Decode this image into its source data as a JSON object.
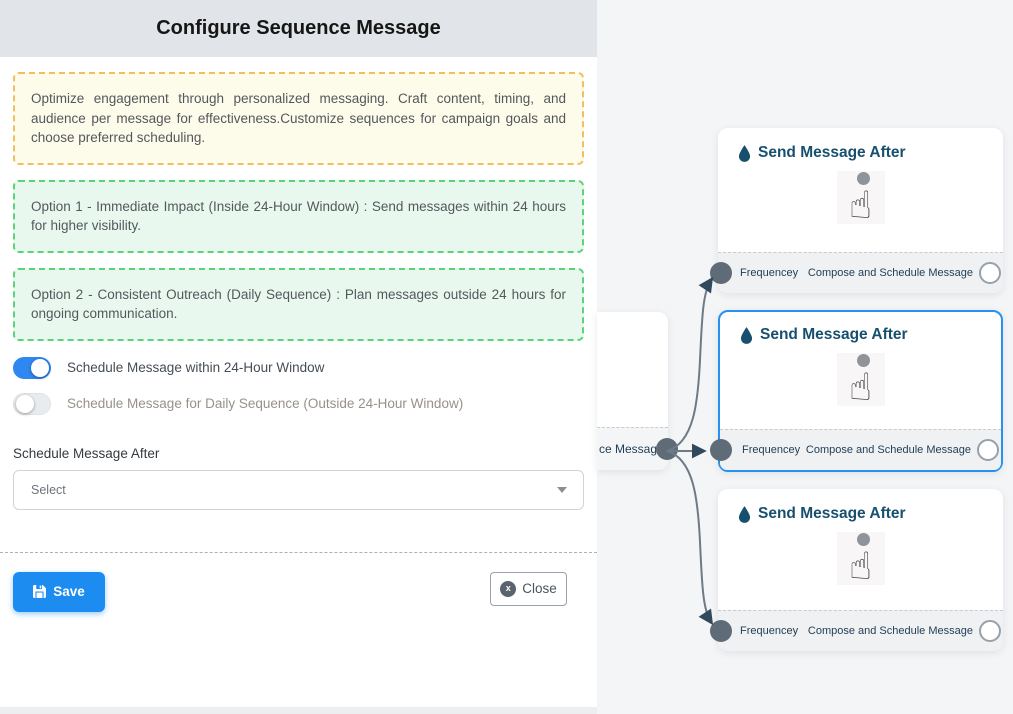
{
  "panel": {
    "title": "Configure Sequence Message",
    "info_box": "Optimize engagement through personalized messaging. Craft content, timing, and audience per message for effectiveness.Customize sequences for campaign goals and choose preferred scheduling.",
    "option1": "Option 1 - Immediate Impact (Inside 24-Hour Window) : Send messages within 24 hours for higher visibility.",
    "option2": "Option 2 - Consistent Outreach (Daily Sequence) : Plan messages outside 24 hours for ongoing communication.",
    "toggles": [
      {
        "label": "Schedule Message within 24-Hour Window",
        "state": "on"
      },
      {
        "label": "Schedule Message for Daily Sequence (Outside 24-Hour Window)",
        "state": "off"
      }
    ],
    "schedule_after_label": "Schedule Message After",
    "select_placeholder": "Select",
    "save_label": "Save",
    "close_label": "Close",
    "close_icon_glyph": "x"
  },
  "canvas": {
    "source_node": {
      "footer_label": "ce Message"
    },
    "nodes": [
      {
        "title": "Send Message After",
        "footer_left": "Frequencey",
        "footer_right": "Compose and Schedule Message",
        "selected": false
      },
      {
        "title": "Send Message After",
        "footer_left": "Frequencey",
        "footer_right": "Compose and Schedule Message",
        "selected": true
      },
      {
        "title": "Send Message After",
        "footer_left": "Frequencey",
        "footer_right": "Compose and Schedule Message",
        "selected": false
      }
    ]
  },
  "icons": {
    "node_header": "water-drop-icon",
    "node_body": "tap-cursor-icon",
    "save": "floppy-disk-icon",
    "close": "circle-x-icon",
    "select": "caret-down-icon",
    "tap_glyph": "☝"
  },
  "colors": {
    "accent_blue": "#1d8cf0",
    "toggle_on": "#2f87f1",
    "selected_node_border": "#2492f0",
    "node_title": "#17506f",
    "info_border": "#f0bf62",
    "option_border": "#5bd378",
    "canvas_bg": "#f4f5f7",
    "header_bg": "#e1e4e8",
    "edge_gray": "#6e7a86"
  }
}
